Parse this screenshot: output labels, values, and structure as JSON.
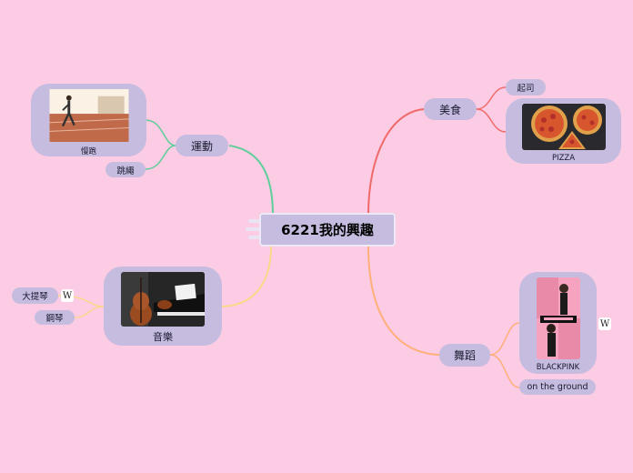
{
  "central": "6221我的興趣",
  "branches": {
    "sports": {
      "label": "運動",
      "jogging": "慢跑",
      "rope": "跳繩"
    },
    "food": {
      "label": "美食",
      "cheese": "起司",
      "pizza": "PIZZA"
    },
    "music": {
      "label": "音樂",
      "cello": "大提琴",
      "piano": "鋼琴"
    },
    "dance": {
      "label": "舞蹈",
      "group": "BLACKPINK",
      "song": "on the ground"
    }
  },
  "wiki_glyph": "W",
  "colors": {
    "background": "#fccbe4",
    "node": "#c5bcdf",
    "sports_line": "#5dcf9a",
    "food_line": "#f06a6a",
    "music_line": "#f8d98a",
    "dance_line": "#ffb07a"
  }
}
